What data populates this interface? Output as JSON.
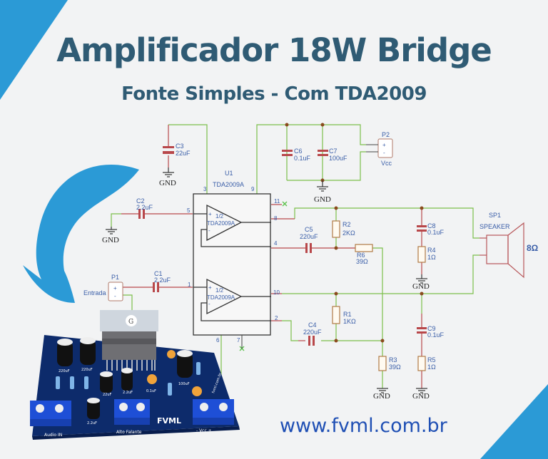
{
  "header": {
    "title": "Amplificador 18W Bridge",
    "subtitle": "Fonte Simples - Com TDA2009"
  },
  "footer": {
    "website": "www.fvml.com.br"
  },
  "colors": {
    "accent": "#2b9ad6",
    "title": "#2f5b74",
    "wire": "#7cbf4a",
    "component": "#b8474a",
    "label": "#3a5ea8",
    "pcb": "#0d2b6b",
    "terminal": "#1e4fd6"
  },
  "schematic": {
    "ic": {
      "ref": "U1",
      "part": "TDA2009A",
      "half_label": "1/2",
      "half_part": "TDA2009A",
      "pins": [
        "3",
        "9",
        "5",
        "11",
        "8",
        "4",
        "1",
        "10",
        "2",
        "6",
        "7"
      ]
    },
    "opamp_plus": "+",
    "opamp_minus": "-",
    "components": {
      "C1": {
        "ref": "C1",
        "value": "2.2uF"
      },
      "C2": {
        "ref": "C2",
        "value": "2.2uF"
      },
      "C3": {
        "ref": "C3",
        "value": "22uF"
      },
      "C4": {
        "ref": "C4",
        "value": "220uF"
      },
      "C5": {
        "ref": "C5",
        "value": "220uF"
      },
      "C6": {
        "ref": "C6",
        "value": "0.1uF"
      },
      "C7": {
        "ref": "C7",
        "value": "100uF"
      },
      "C8": {
        "ref": "C8",
        "value": "0.1uF"
      },
      "C9": {
        "ref": "C9",
        "value": "0.1uF"
      },
      "R1": {
        "ref": "R1",
        "value": "1KΩ"
      },
      "R2": {
        "ref": "R2",
        "value": "2KΩ"
      },
      "R3": {
        "ref": "R3",
        "value": "39Ω"
      },
      "R4": {
        "ref": "R4",
        "value": "1Ω"
      },
      "R5": {
        "ref": "R5",
        "value": "1Ω"
      },
      "R6": {
        "ref": "R6",
        "value": "39Ω"
      }
    },
    "P1": {
      "ref": "P1",
      "label": "Entrada",
      "plus": "+",
      "minus": "-"
    },
    "P2": {
      "ref": "P2",
      "label": "Vcc",
      "plus": "+",
      "minus": "-"
    },
    "SP1": {
      "ref": "SP1",
      "part": "SPEAKER",
      "impedance": "8Ω"
    },
    "gnd_label": "GND"
  },
  "pcb": {
    "brand": "FVML",
    "terminals": [
      "Audio IN",
      "Alto Falante",
      "- Vcc +"
    ],
    "side_text": "fvml.com.br",
    "cap_labels": [
      "220uF",
      "220uF",
      "22uF",
      "2.2uF",
      "0.1uF",
      "100uF",
      "2.2uF"
    ],
    "ic_logo": "G"
  }
}
